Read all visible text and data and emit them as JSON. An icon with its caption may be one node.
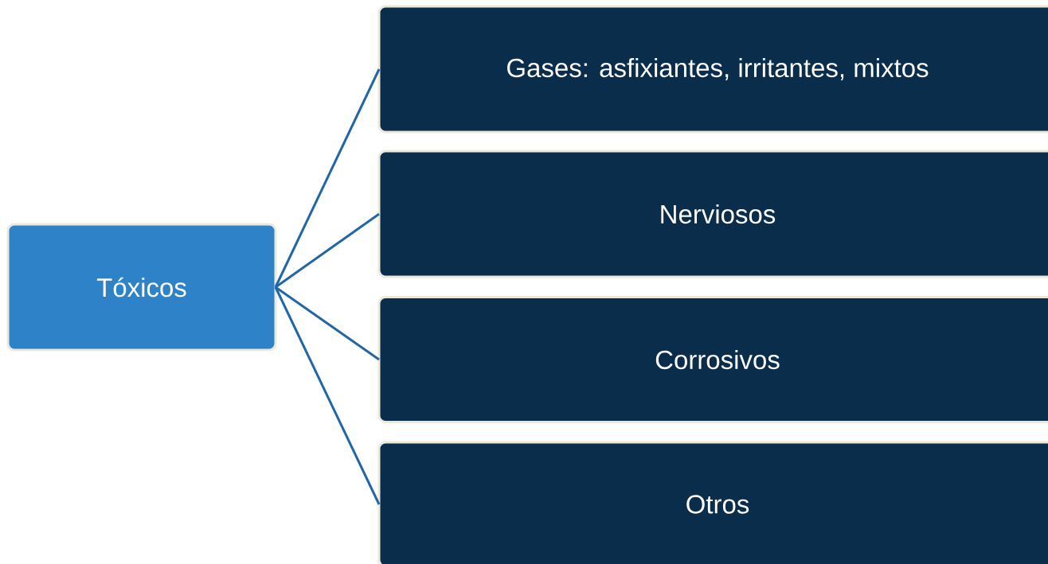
{
  "diagram": {
    "nodes": [
      {
        "text": [
          "Tóxicos"
        ]
      },
      {
        "text": [
          "Gases: asfixiantes, irritantes, mixtos"
        ]
      },
      {
        "text": [
          "Nerviosos"
        ]
      },
      {
        "text": [
          "Corrosivos"
        ]
      },
      {
        "text": [
          "Otros"
        ]
      }
    ],
    "edges": [
      {
        "from": 0,
        "to": 1,
        "arrow": "none"
      },
      {
        "from": 0,
        "to": 2,
        "arrow": "none"
      },
      {
        "from": 0,
        "to": 3,
        "arrow": "none"
      },
      {
        "from": 0,
        "to": 4,
        "arrow": "none"
      }
    ]
  }
}
